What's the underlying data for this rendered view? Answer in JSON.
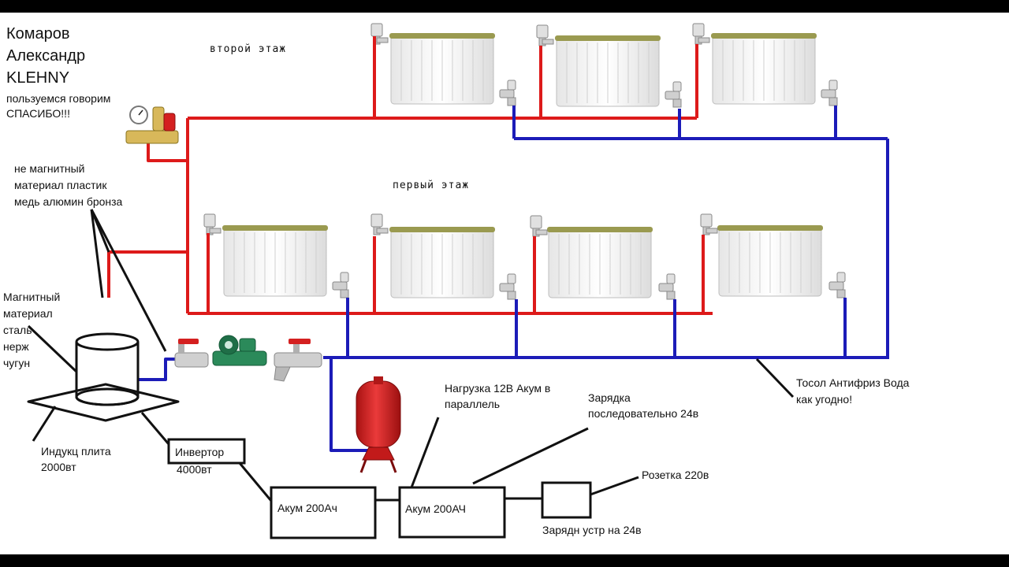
{
  "author": {
    "line1": "Комаров",
    "line2": "Александр",
    "line3": "KLEHNY",
    "line4": "пользуемся говорим",
    "line5": "СПАСИБО!!!"
  },
  "floors": {
    "second": "второй этаж",
    "first": "первый этаж"
  },
  "notes": {
    "nonmagnetic": [
      "не магнитный",
      "материал пластик",
      "медь алюмин бронза"
    ],
    "magnetic": [
      "Магнитный",
      "материал",
      "сталь",
      "нерж",
      "чугун"
    ],
    "induction": [
      "Индукц плита",
      "2000вт"
    ],
    "load": [
      "Нагрузка 12В Акум в",
      "параллель"
    ],
    "charging": [
      "Зарядка",
      "последовательно 24в"
    ],
    "coolant": [
      "Тосол Антифриз Вода",
      "как угодно!"
    ],
    "charger": "Зарядн устр на 24в",
    "socket": "Розетка 220в"
  },
  "boxes": {
    "inverter": "Инвертор",
    "inverter_power": "4000вт",
    "battery1": "Акум 200Ач",
    "battery2": "Акум 200АЧ"
  },
  "colors": {
    "supply": "#dd1a1a",
    "return": "#1c1cb8",
    "leader": "#000000",
    "radiator": "#f2f2f2",
    "tank": "#d42020"
  }
}
